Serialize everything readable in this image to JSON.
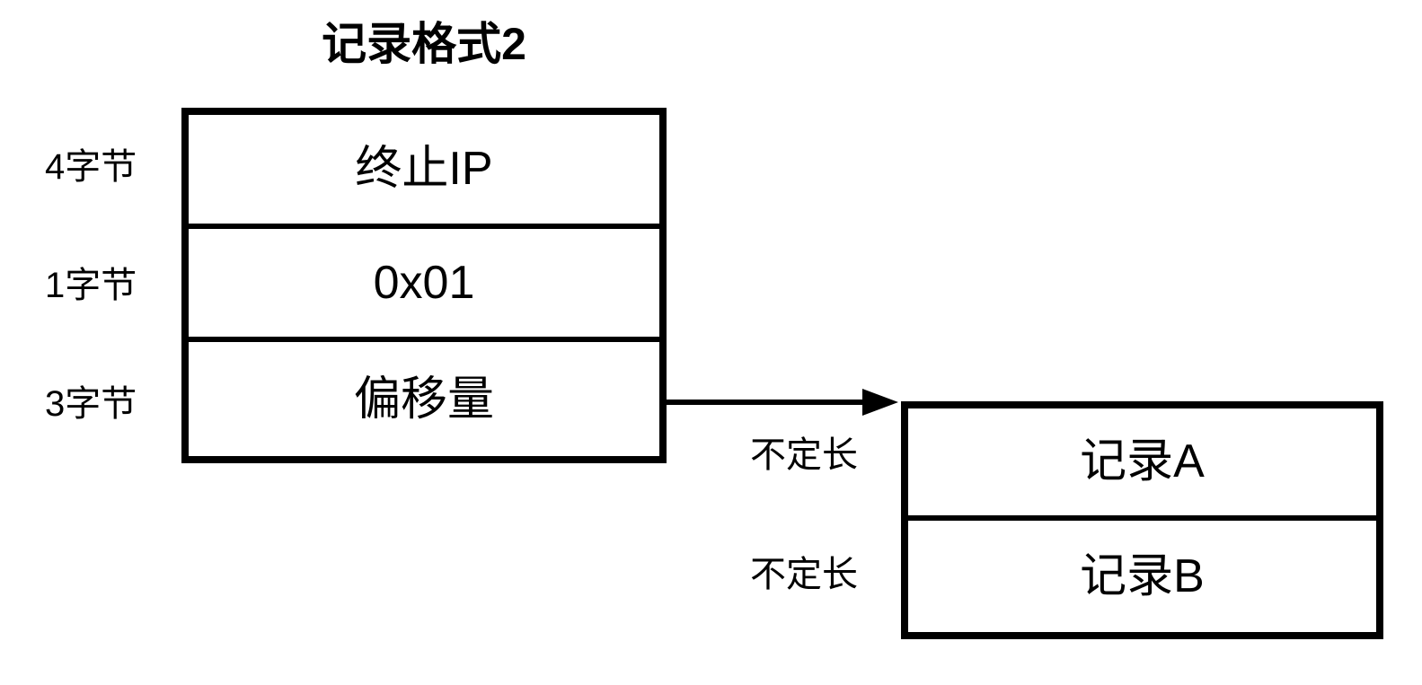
{
  "title": "记录格式2",
  "left_structure": {
    "name": "record-format-2",
    "size_labels": [
      "4字节",
      "1字节",
      "3字节"
    ],
    "rows": [
      {
        "label": "终止IP",
        "size": "4字节"
      },
      {
        "label": "0x01",
        "size": "1字节"
      },
      {
        "label": "偏移量",
        "size": "3字节"
      }
    ]
  },
  "right_structure": {
    "name": "records-table",
    "size_labels": [
      "不定长",
      "不定长"
    ],
    "rows": [
      {
        "label": "记录A",
        "size": "不定长"
      },
      {
        "label": "记录B",
        "size": "不定长"
      }
    ]
  },
  "connector": {
    "from": "偏移量",
    "to": "记录A",
    "icon": "right-arrow-icon"
  },
  "colors": {
    "stroke": "#000000",
    "background": "#ffffff",
    "text": "#000000"
  }
}
